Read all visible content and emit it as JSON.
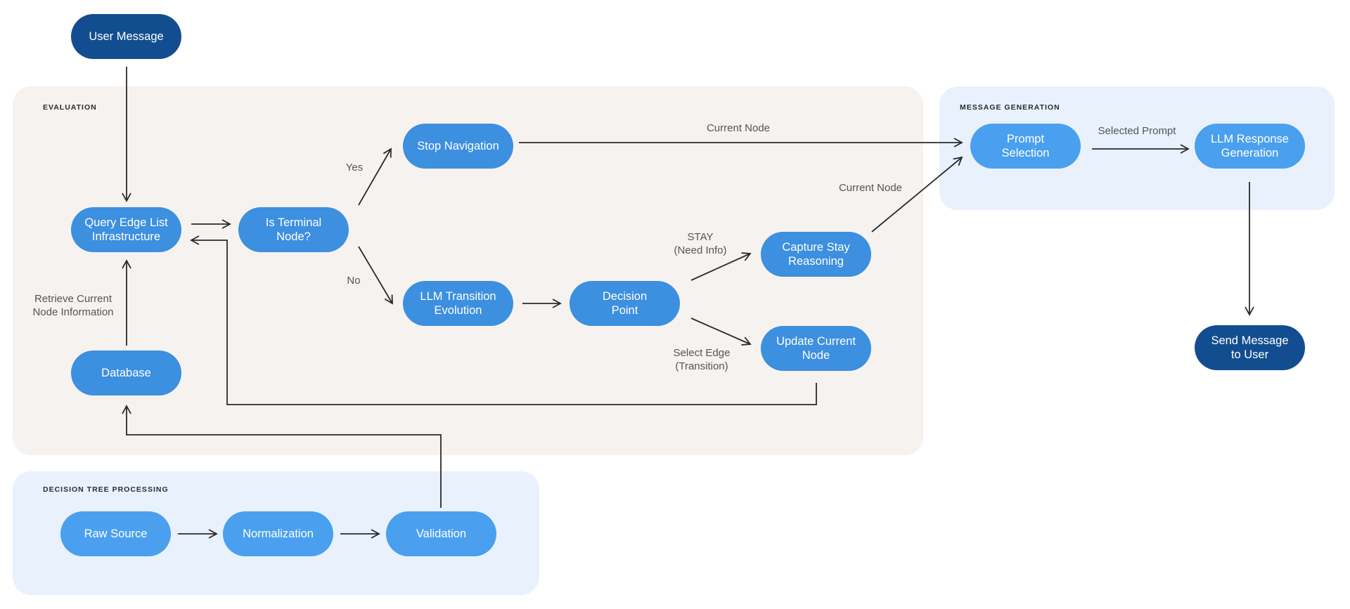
{
  "groups": {
    "evaluation": "EVALUATION",
    "message_generation": "MESSAGE GENERATION",
    "decision_tree_processing": "DECISION TREE PROCESSING"
  },
  "nodes": {
    "user_message": "User Message",
    "query_edge_list": "Query Edge List\nInfrastructure",
    "is_terminal": "Is Terminal\nNode?",
    "stop_navigation": "Stop Navigation",
    "llm_transition": "LLM Transition\nEvolution",
    "decision_point": "Decision\nPoint",
    "capture_stay": "Capture Stay\nReasoning",
    "update_current": "Update Current\nNode",
    "database": "Database",
    "prompt_selection": "Prompt\nSelection",
    "llm_response": "LLM Response\nGeneration",
    "send_message": "Send Message\nto User",
    "raw_source": "Raw Source",
    "normalization": "Normalization",
    "validation": "Validation"
  },
  "labels": {
    "yes": "Yes",
    "no": "No",
    "current_node_top": "Current Node",
    "current_node_right": "Current Node",
    "stay": "STAY\n(Need Info)",
    "select_edge": "Select Edge\n(Transition)",
    "selected_prompt": "Selected Prompt",
    "retrieve": "Retrieve Current\nNode Information"
  },
  "colors": {
    "node_mid": "#3d8fe0",
    "node_light": "#4aa0ee",
    "node_dark": "#124e8f",
    "edge": "#2a2a2a"
  }
}
